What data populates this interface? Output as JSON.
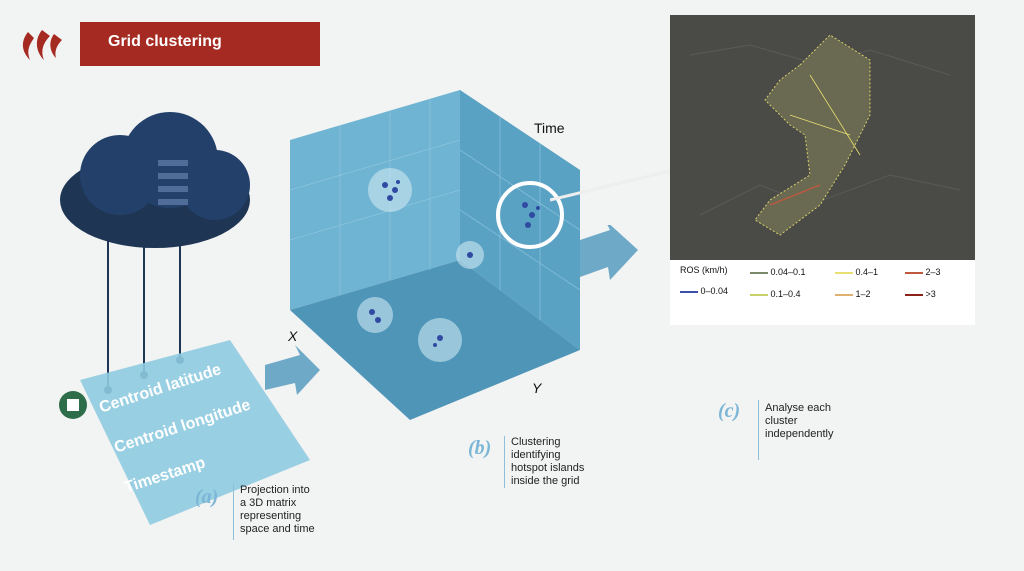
{
  "header": {
    "title": "Grid clustering"
  },
  "panel_a": {
    "bullets": [
      "Centroid latitude",
      "Centroid longitude",
      "Timestamp"
    ],
    "letter": "(a)",
    "caption_lines": [
      "Projection into",
      "a 3D matrix",
      "representing",
      "space and time"
    ]
  },
  "panel_b": {
    "axis_time": "Time",
    "axis_x": "X",
    "axis_y": "Y",
    "letter": "(b)",
    "caption_lines": [
      "Clustering",
      "identifying",
      "hotspot islands",
      "inside the grid"
    ]
  },
  "panel_c": {
    "letter": "(c)",
    "caption_lines": [
      "Analyse each",
      "cluster",
      "independently"
    ],
    "legend": {
      "title": "ROS (km/h)",
      "items": [
        {
          "label": "0–0.04",
          "color": "#3a4fa8"
        },
        {
          "label": "0.04–0.1",
          "color": "#7a8a6a"
        },
        {
          "label": "0.1–0.4",
          "color": "#c8d06a"
        },
        {
          "label": "0.4–1",
          "color": "#e8e070"
        },
        {
          "label": "1–2",
          "color": "#e0b070"
        },
        {
          "label": "2–3",
          "color": "#c0583e"
        },
        {
          "label": ">3",
          "color": "#8a2418"
        }
      ]
    }
  },
  "colors": {
    "banner": "#a52a22",
    "accent": "#7cb6d6",
    "cloud": "#1e3554"
  },
  "icons": [
    "flame-logo-icon",
    "cloud-icon",
    "excel-icon",
    "arrow-icon"
  ]
}
